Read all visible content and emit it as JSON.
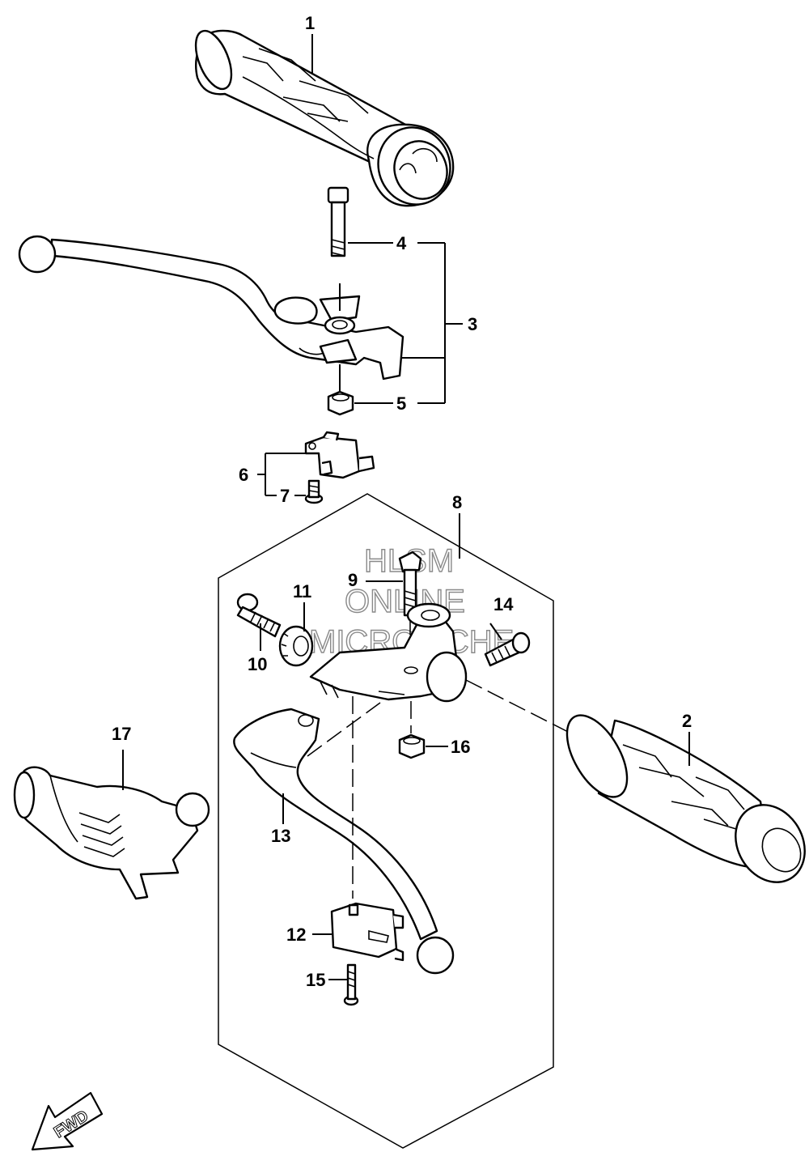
{
  "diagram": {
    "labels": {
      "p1": "1",
      "p2": "2",
      "p3": "3",
      "p4": "4",
      "p5": "5",
      "p6": "6",
      "p7": "7",
      "p8": "8",
      "p9": "9",
      "p10": "10",
      "p11": "11",
      "p12": "12",
      "p13": "13",
      "p14": "14",
      "p15": "15",
      "p16": "16",
      "p17": "17"
    },
    "watermark": {
      "line1": "HLSM",
      "line2": "ONLINE",
      "line3": "MICROFICHE"
    },
    "fwd": "FWD"
  }
}
